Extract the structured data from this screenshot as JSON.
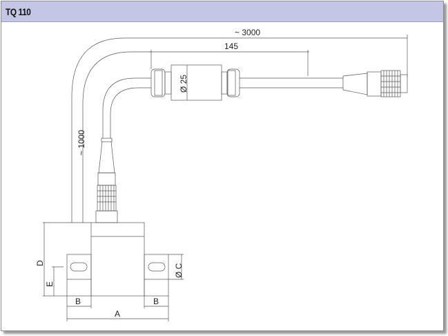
{
  "header": {
    "title": "TQ 110"
  },
  "dimensions": {
    "cable_total": "~ 3000",
    "cable_sensor": "~ 1000",
    "amplifier_length": "145",
    "amplifier_diameter": "Ø 25",
    "a": "A",
    "b_left": "B",
    "b_right": "B",
    "c": "Ø C",
    "d": "D",
    "e": "E"
  }
}
